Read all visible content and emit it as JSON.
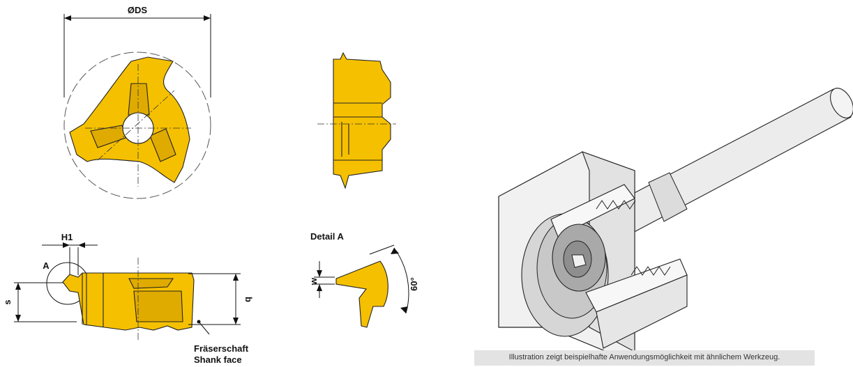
{
  "labels": {
    "diameter": "ØDS",
    "h1": "H1",
    "a": "A",
    "s": "s",
    "b": "b",
    "detail": "Detail A",
    "w": "w",
    "angle": "60°",
    "shank_de": "Fräserschaft",
    "shank_en": "Shank face"
  },
  "caption": "Illustration zeigt beispielhafte Anwendungsmöglichkeit mit ähnlichem Werkzeug.",
  "colors": {
    "insert": "#f5c000",
    "insert_dark": "#c79a00",
    "steel": "#e6e6e6",
    "steel_dark": "#b8b8b8",
    "line": "#111111"
  }
}
